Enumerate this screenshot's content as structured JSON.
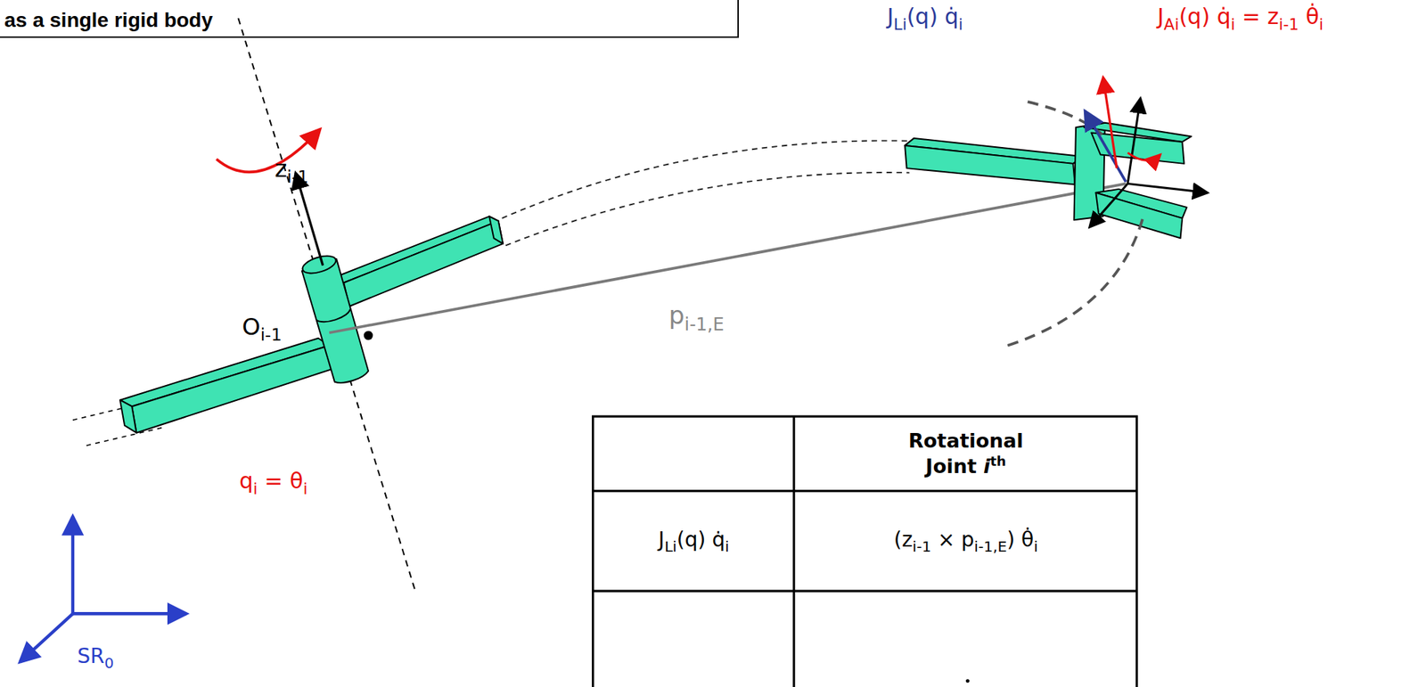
{
  "diagram": {
    "nodes": [
      {
        "text": [
          "as a single rigid body"
        ]
      }
    ],
    "labels": [
      "J",
      "Li",
      "(q) q̇",
      "i",
      "J",
      "Ai",
      "(q) q̇",
      "i",
      " = z",
      "i-1",
      " θ̇",
      "i",
      "z",
      "i-1",
      "O",
      "i-1",
      "p",
      "i-1,E",
      "q",
      "i",
      " = θ",
      "i",
      "SR",
      "0",
      "Rotational",
      "Joint ",
      "i",
      "th",
      "J",
      "Li",
      "(q) q̇",
      "i",
      "(z",
      "i-1",
      " × p",
      "i-1,E",
      ") θ̇",
      "i"
    ]
  }
}
